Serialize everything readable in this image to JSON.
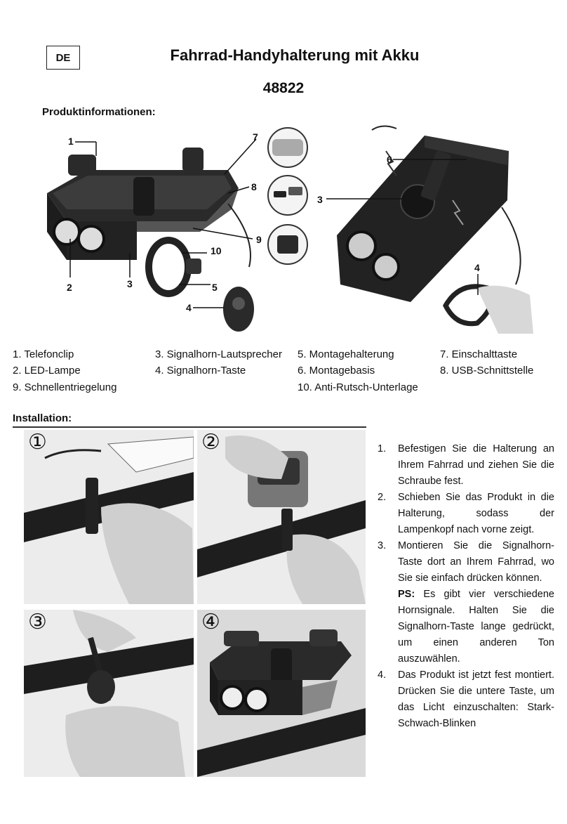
{
  "header": {
    "lang": "DE",
    "title": "Fahrrad-Handyhalterung mit Akku",
    "model": "48822"
  },
  "product_info": {
    "heading": "Produktinformationen:",
    "callouts": [
      "1",
      "2",
      "3",
      "4",
      "5",
      "6",
      "7",
      "8",
      "9",
      "10",
      "3",
      "4"
    ],
    "parts": [
      "1. Telefonclip",
      "3. Signalhorn-Lautsprecher",
      "5. Montagehalterung",
      "7. Einschalttaste",
      "2. LED-Lampe",
      "4. Signalhorn-Taste",
      "6. Montagebasis",
      "8. USB-Schnittstelle",
      "9. Schnellentriegelung",
      "10. Anti-Rutsch-Unterlage"
    ]
  },
  "installation": {
    "heading": "Installation:",
    "step_numbers": [
      "①",
      "②",
      "③",
      "④"
    ],
    "steps": [
      {
        "n": "1.",
        "text": "Befestigen Sie die Halterung an Ihrem Fahrrad und ziehen Sie die Schraube fest."
      },
      {
        "n": "2.",
        "text": "Schieben Sie das Produkt in die Halterung, sodass der Lampenkopf nach vorne zeigt."
      },
      {
        "n": "3.",
        "text": "Montieren Sie die Signalhorn-Taste dort an Ihrem Fahrrad, wo Sie sie einfach drücken können.",
        "ps_label": "PS:",
        "ps_text": " Es gibt vier verschiedene Hornsignale. Halten Sie die Signalhorn-Taste lange gedrückt, um einen anderen Ton auszuwählen."
      },
      {
        "n": "4.",
        "text": "Das Produkt ist jetzt fest montiert. Drücken Sie die untere Taste, um das Licht einzuschalten: Stark-Schwach-Blinken"
      }
    ]
  }
}
